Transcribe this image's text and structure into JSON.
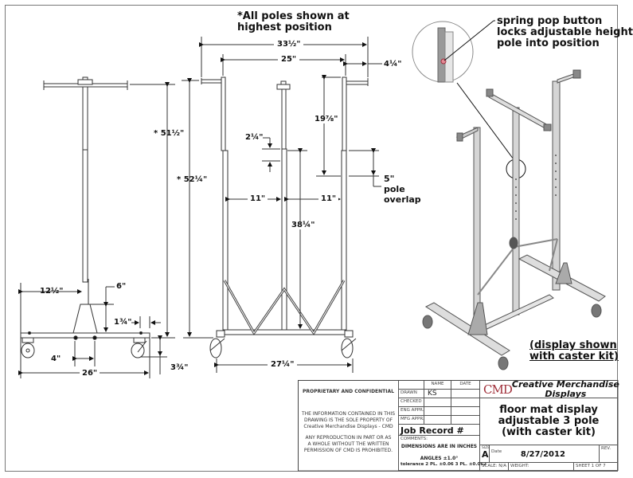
{
  "drawing": {
    "note_poles": [
      "*All  poles shown at",
      "highest position"
    ],
    "callout_spring": [
      "spring pop button",
      "locks adjustable height",
      "pole into position"
    ],
    "caption_caster": [
      "(display shown",
      "with caster kit)"
    ],
    "pole_overlap": [
      "5\"",
      "pole",
      "overlap"
    ],
    "side_view_dims": {
      "height_top": "* 51½\"",
      "height_total": "* 52¼\"",
      "arm_length": "12½\"",
      "base_height": "6\"",
      "base_offset": "1¾\"",
      "base_width": "4\"",
      "overall_width": "26\"",
      "caster_height": "3¾\""
    },
    "front_view_dims": {
      "overall_width": "33½\"",
      "pole_spacing": "25\"",
      "arm_overhang": "4¼\"",
      "upper_pole": "19⅞\"",
      "pole_gap": "2¼\"",
      "left_spacing": "11\"",
      "right_spacing": "11\"",
      "lower_pole": "38¼\"",
      "base_length": "27¼\""
    }
  },
  "title_block": {
    "proprietary_heading": "PROPRIETARY AND CONFIDENTIAL",
    "proprietary_text": [
      "THE INFORMATION CONTAINED IN THIS",
      "DRAWING IS THE SOLE PROPERTY OF",
      "Creative Merchandise Displays - CMD"
    ],
    "reproduction_text": [
      "ANY REPRODUCTION IN PART OR AS",
      "A WHOLE WITHOUT THE WRITTEN",
      "PERMISSION OF CMD IS PROHIBITED."
    ],
    "col_name": "NAME",
    "col_date": "DATE",
    "rows": [
      {
        "label": "DRAWN",
        "name": "KS",
        "date": ""
      },
      {
        "label": "CHECKED",
        "name": "",
        "date": ""
      },
      {
        "label": "ENG APPR.",
        "name": "",
        "date": ""
      },
      {
        "label": "MFG APPR.",
        "name": "",
        "date": ""
      }
    ],
    "job_record": "Job Record #",
    "comments_label": "COMMENTS:",
    "dimensions_note": "DIMENSIONS ARE IN INCHES",
    "angles": "ANGLES  ±1.0°",
    "tolerance": "tolerance 2 PL. ±0.06 3 PL. ±0.062",
    "logo": "CMD",
    "logo_color": "#a0303a",
    "company": [
      "Creative Merchandise",
      "Displays"
    ],
    "drawing_title": [
      "floor mat display",
      "adjustable 3 pole",
      "(with caster kit)"
    ],
    "size_label": "SIZE",
    "size": "A",
    "date_label": "Date",
    "date": "8/27/2012",
    "rev_label": "REV.",
    "scale": "SCALE: N/A",
    "weight": "WEIGHT:",
    "sheet": "SHEET 1 OF 7"
  }
}
